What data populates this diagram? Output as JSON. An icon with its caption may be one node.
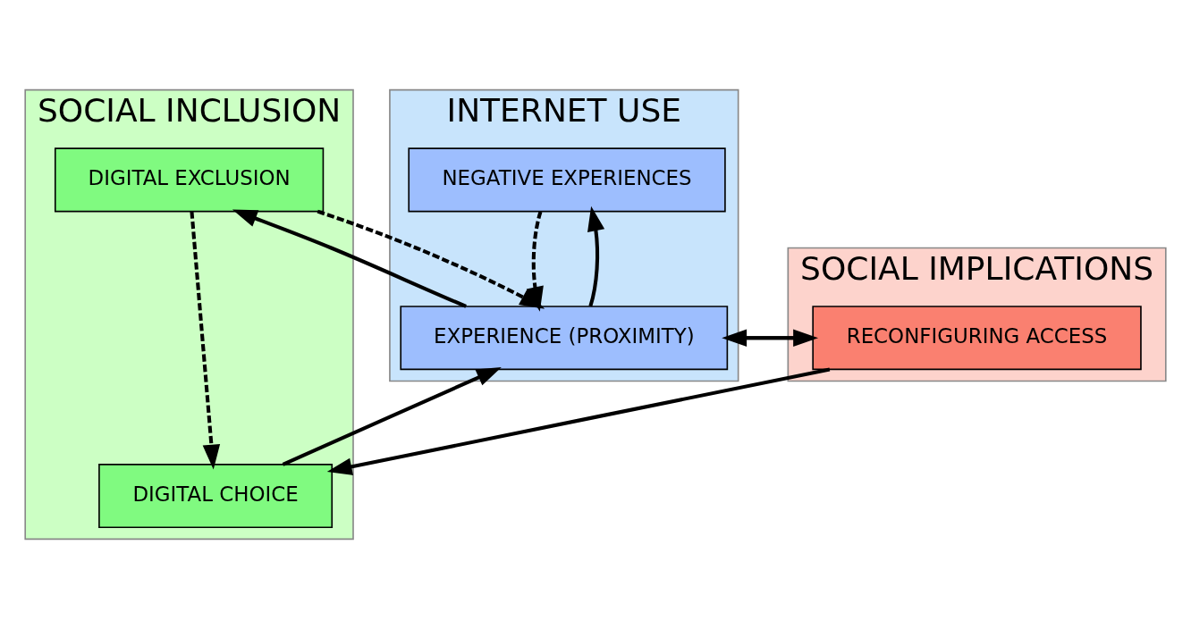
{
  "diagram": {
    "nodes": [
      {
        "text": [
          "SOCIAL INCLUSION"
        ]
      },
      {
        "text": [
          "DIGITAL EXCLUSION"
        ],
        "in": 0
      },
      {
        "text": [
          "DIGITAL CHOICE"
        ],
        "in": 0
      },
      {
        "text": [
          "INTERNET USE"
        ]
      },
      {
        "text": [
          "NEGATIVE EXPERIENCES"
        ],
        "in": 3
      },
      {
        "text": [
          "EXPERIENCE (PROXIMITY)"
        ],
        "in": 3
      },
      {
        "text": [
          "SOCIAL IMPLICATIONS"
        ]
      },
      {
        "text": [
          "RECONFIGURING ACCESS"
        ],
        "in": 6
      }
    ],
    "edges": [
      {
        "from": 1,
        "to": 2,
        "arrow": "to",
        "style": "dashed"
      },
      {
        "from": 1,
        "to": 5,
        "arrow": "to",
        "style": "dashed"
      },
      {
        "from": 5,
        "to": 1,
        "arrow": "to"
      },
      {
        "from": 5,
        "to": 4,
        "arrow": "to"
      },
      {
        "from": 4,
        "to": 5,
        "arrow": "to",
        "style": "dashed"
      },
      {
        "from": 7,
        "to": 5,
        "arrow": "to"
      },
      {
        "from": 5,
        "to": 7,
        "arrow": "to"
      },
      {
        "from": 2,
        "to": 5,
        "arrow": "to"
      },
      {
        "from": 7,
        "to": 2,
        "arrow": "to"
      }
    ]
  }
}
